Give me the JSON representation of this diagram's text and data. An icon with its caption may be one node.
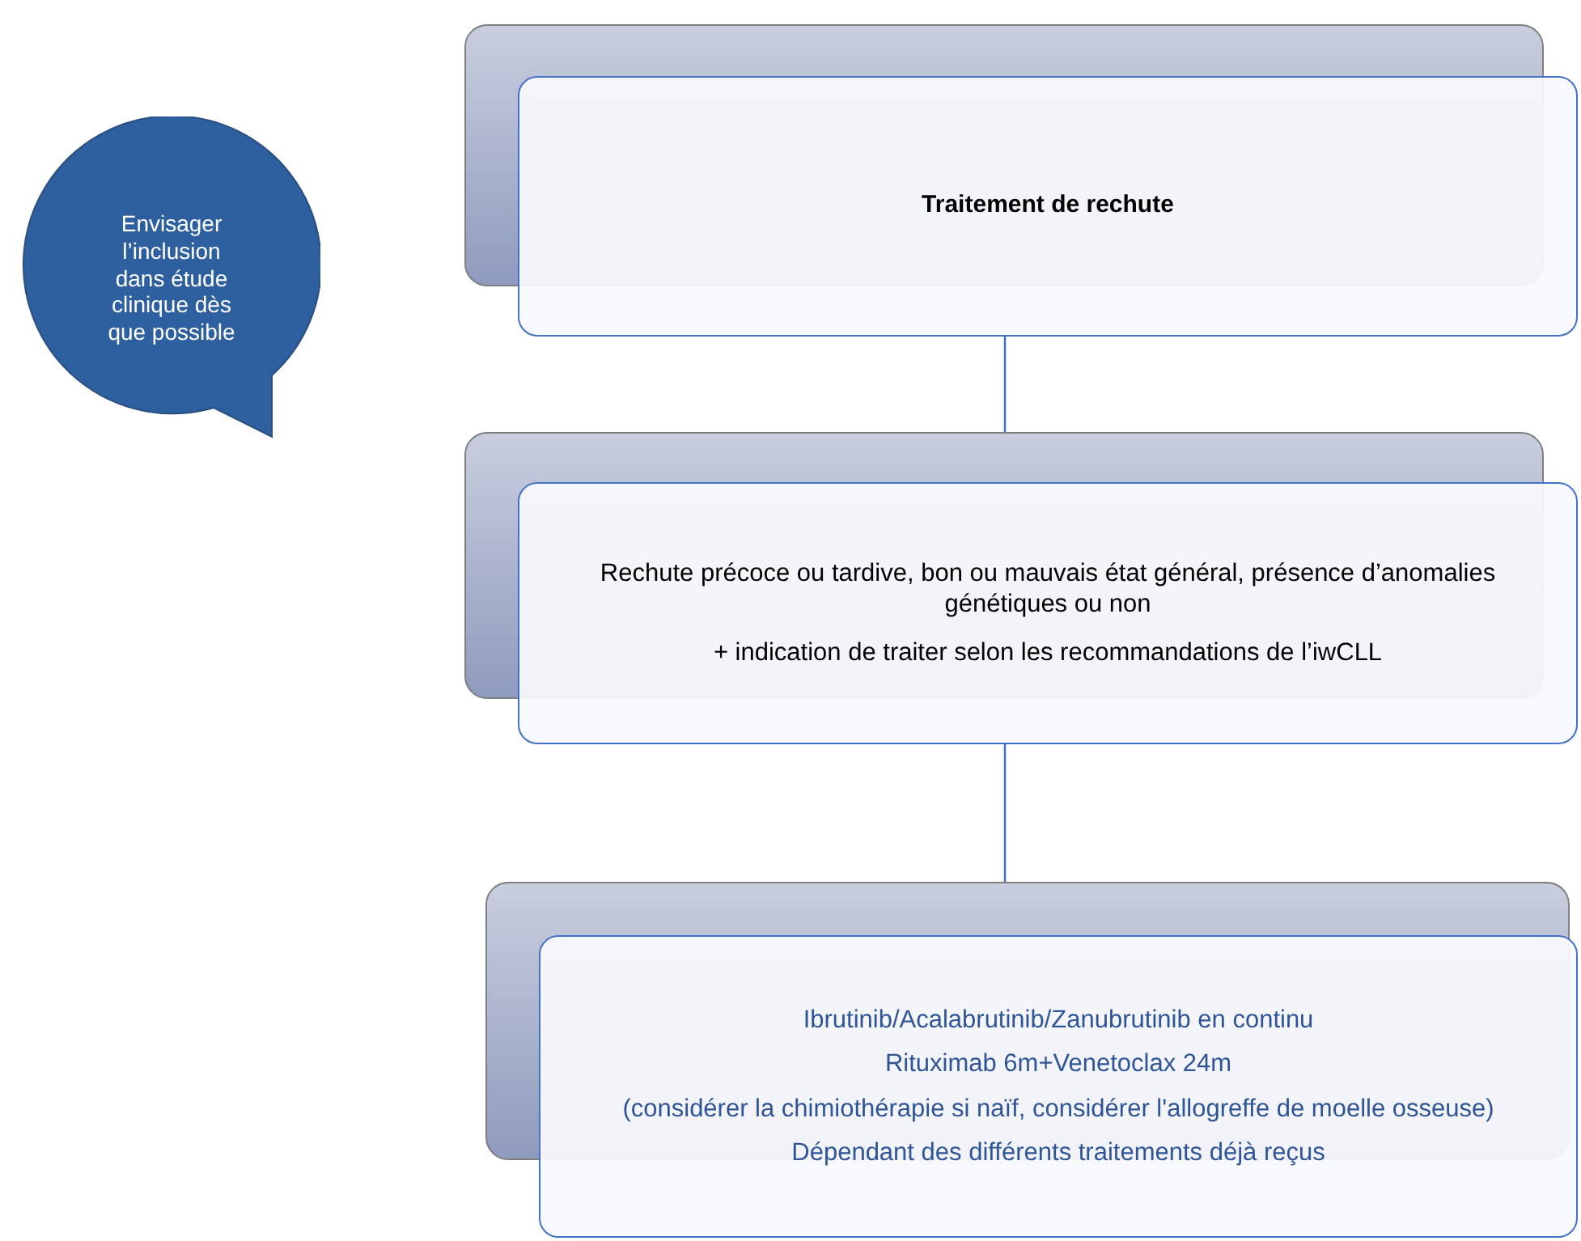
{
  "diagram": {
    "nodes": [
      {
        "text": [
          "Envisager l’inclusion dans étude clinique dès que possible"
        ]
      },
      {
        "text": [
          "Traitement de rechute"
        ]
      },
      {
        "text": [
          "Rechute précoce ou tardive, bon ou mauvais état général, présence d’anomalies génétiques ou non",
          "+ indication de traiter selon les recommandations de l’iwCLL"
        ]
      },
      {
        "text": [
          "Ibrutinib/Acalabrutinib/Zanubrutinib en continu",
          "Rituximab 6m+Venetoclax 24m",
          "(considérer la chimiothérapie si naïf, considérer l'allogreffe de moelle osseuse)",
          "Dépendant des différents traitements déjà reçus"
        ]
      }
    ],
    "edges": [
      {
        "from": 1,
        "to": 2,
        "arrow": "none"
      },
      {
        "from": 2,
        "to": 3,
        "arrow": "none"
      }
    ]
  }
}
